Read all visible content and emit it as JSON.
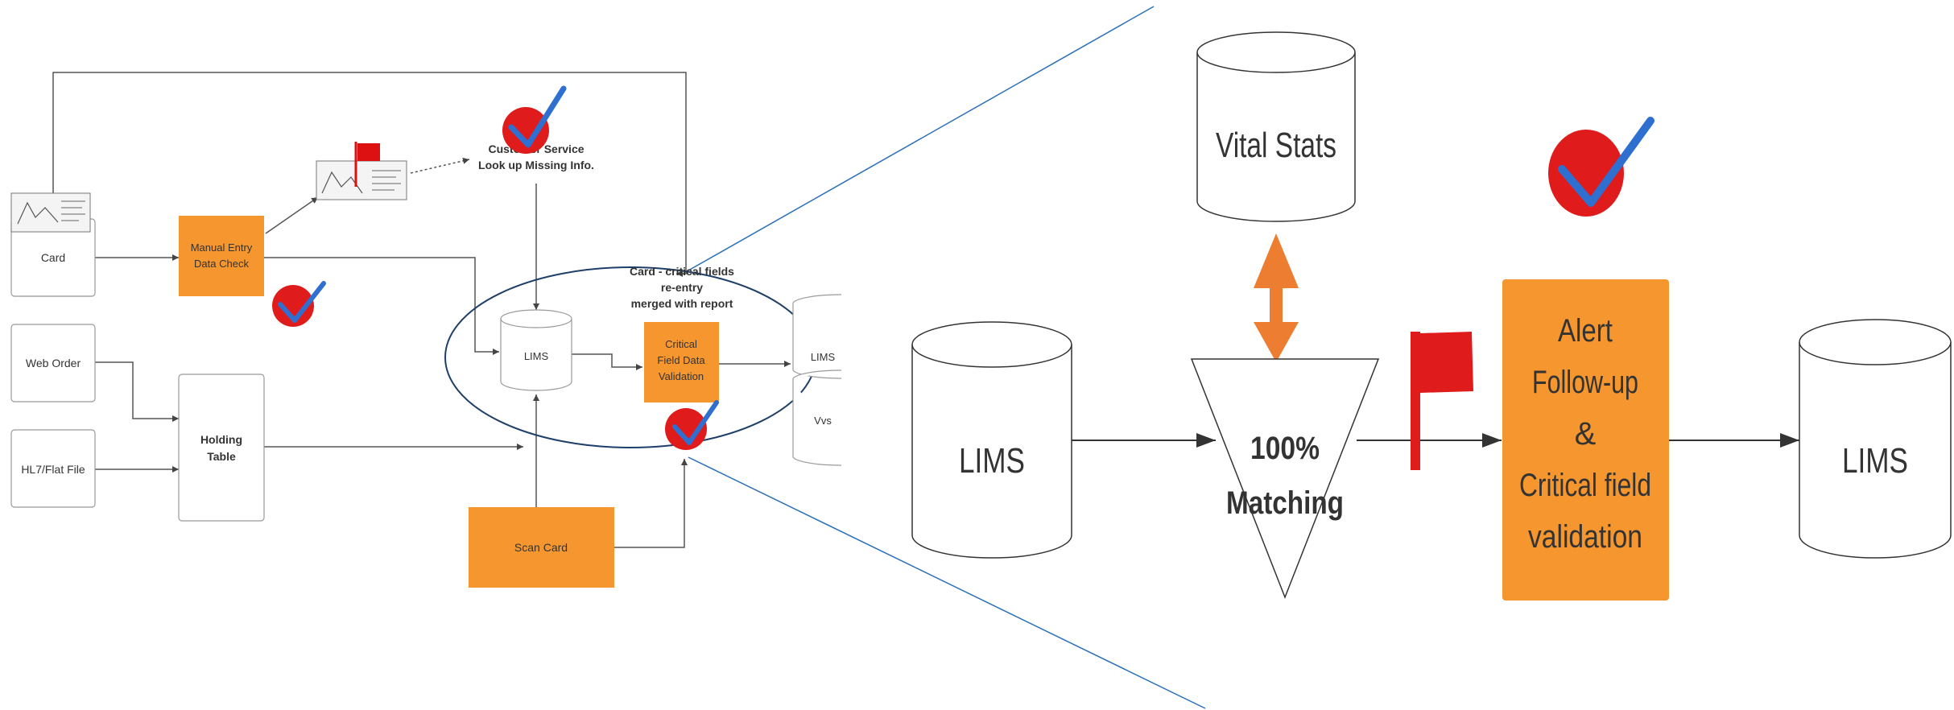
{
  "left": {
    "card": "Card",
    "web_order": "Web Order",
    "hl7": "HL7/Flat File",
    "manual_entry": [
      "Manual Entry",
      "Data Check"
    ],
    "holding_table": [
      "Holding",
      "Table"
    ],
    "customer_service": [
      "Customer Service",
      "Look up Missing Info."
    ],
    "lims_small": "LIMS",
    "critical_small": [
      "Critical",
      "Field  Data",
      "Validation"
    ],
    "card_critical_note": [
      "Card - critical fields",
      "re-entry",
      "merged with report"
    ],
    "lims_vs_top": "LIMS",
    "lims_vs_bottom": "Vvs",
    "scan_card": "Scan Card"
  },
  "right": {
    "vital_stats": "Vital Stats",
    "lims_left": "LIMS",
    "matching": [
      "100%",
      "Matching"
    ],
    "alert": [
      "Alert",
      "Follow-up",
      "&",
      "Critical field",
      "validation"
    ],
    "lims_right": "LIMS"
  },
  "colors": {
    "orange": "#f5962f",
    "check_red": "#e01b1b",
    "check_blue": "#2f6fd0",
    "zoom_line": "#2a6fb8",
    "ellipse": "#1f3f6b",
    "arrow_orange": "#ed7d31"
  },
  "icons": [
    "red-check-icon",
    "red-flag-icon",
    "document-scan-icon",
    "double-arrow-icon"
  ]
}
